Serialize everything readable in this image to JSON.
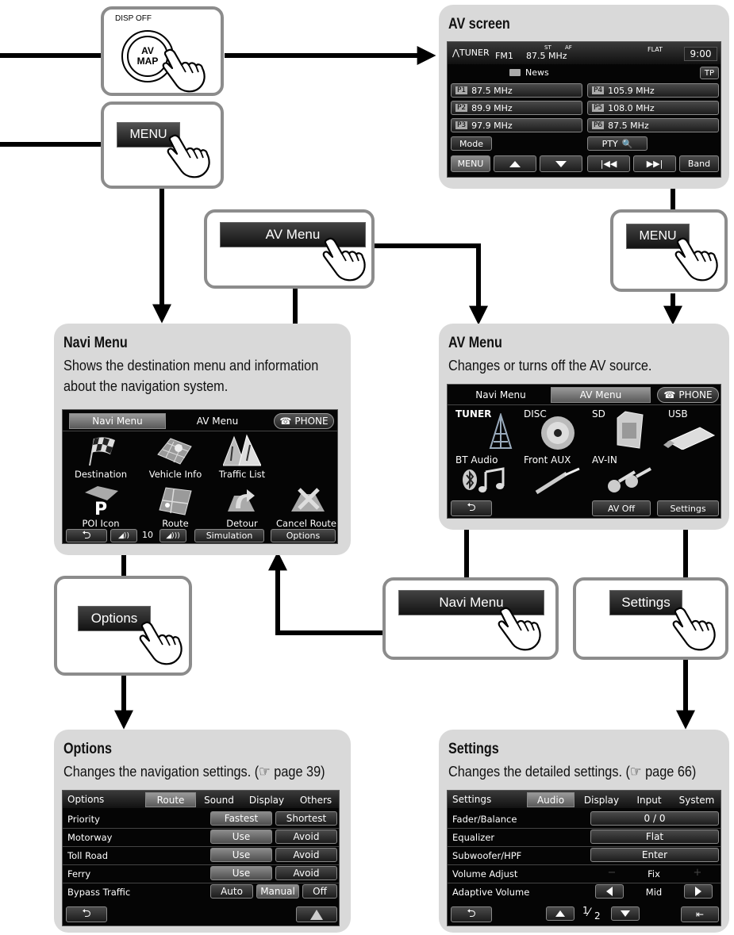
{
  "callouts": {
    "dispoff_label": "DISP OFF",
    "av_map_line1": "AV",
    "av_map_line2": "MAP",
    "menu_left": "MENU",
    "av_menu": "AV Menu",
    "menu_right": "MENU",
    "options": "Options",
    "navi_menu": "Navi Menu",
    "settings": "Settings"
  },
  "av_screen": {
    "title": "AV screen",
    "source": "TUNER",
    "band": "FM1",
    "st": "ST",
    "af": "AF",
    "freq": "87.5 MHz",
    "flat": "FLAT",
    "clock": "9:00",
    "pty_name": "News",
    "tp": "TP",
    "presets": [
      {
        "num": "P1",
        "label": "87.5 MHz"
      },
      {
        "num": "P2",
        "label": "89.9 MHz"
      },
      {
        "num": "P3",
        "label": "97.9 MHz"
      },
      {
        "num": "P4",
        "label": "105.9 MHz"
      },
      {
        "num": "P5",
        "label": "108.0 MHz"
      },
      {
        "num": "P6",
        "label": "87.5 MHz"
      }
    ],
    "mode": "Mode",
    "pty": "PTY",
    "menu": "MENU",
    "band_btn": "Band"
  },
  "navi_menu": {
    "title": "Navi Menu",
    "desc_line1": "Shows the destination menu and information",
    "desc_line2": "about the navigation system.",
    "tabs": [
      "Navi Menu",
      "AV Menu",
      "PHONE"
    ],
    "icons": [
      "Destination",
      "Vehicle Info",
      "Traffic List",
      "POI Icon",
      "Route",
      "Detour",
      "Cancel Route"
    ],
    "volume": "10",
    "simulation": "Simulation",
    "options": "Options"
  },
  "av_menu": {
    "title": "AV Menu",
    "desc": "Changes or turns off the AV source.",
    "tabs": [
      "Navi Menu",
      "AV Menu",
      "PHONE"
    ],
    "sources": [
      "TUNER",
      "DISC",
      "SD",
      "USB",
      "BT Audio",
      "Front AUX",
      "AV-IN"
    ],
    "av_off": "AV Off",
    "settings": "Settings"
  },
  "options": {
    "title": "Options",
    "desc": "Changes the navigation settings. (☞ page 39)",
    "header": "Options",
    "tabs": [
      "Route",
      "Sound",
      "Display",
      "Others"
    ],
    "rows": [
      {
        "label": "Priority",
        "a": "Fastest",
        "b": "Shortest"
      },
      {
        "label": "Motorway",
        "a": "Use",
        "b": "Avoid"
      },
      {
        "label": "Toll Road",
        "a": "Use",
        "b": "Avoid"
      },
      {
        "label": "Ferry",
        "a": "Use",
        "b": "Avoid"
      }
    ],
    "bypass": {
      "label": "Bypass Traffic",
      "a": "Auto",
      "b": "Manual",
      "c": "Off"
    }
  },
  "settings": {
    "title": "Settings",
    "desc": "Changes the detailed settings. (☞ page 66)",
    "header": "Settings",
    "tabs": [
      "Audio",
      "Display",
      "Input",
      "System"
    ],
    "rows": [
      {
        "label": "Fader/Balance",
        "value": "0 / 0"
      },
      {
        "label": "Equalizer",
        "value": "Flat"
      },
      {
        "label": "Subwoofer/HPF",
        "value": "Enter"
      },
      {
        "label": "Volume Adjust",
        "value": "Fix"
      },
      {
        "label": "Adaptive Volume",
        "value": "Mid"
      }
    ],
    "page_num": "1",
    "page_den": "2"
  },
  "colors": {
    "panel": "#d9d9d9",
    "callout_border": "#8c8c8c",
    "screen": "#050505"
  }
}
